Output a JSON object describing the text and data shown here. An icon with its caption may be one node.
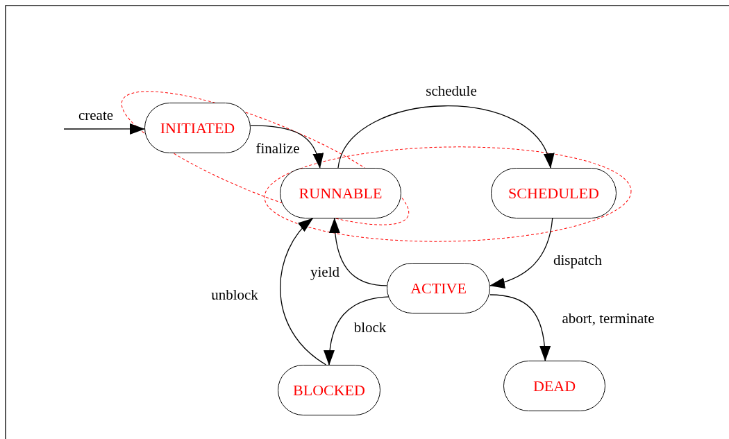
{
  "diagram": {
    "nodes": [
      {
        "text": [
          "INITIATED"
        ]
      },
      {
        "text": [
          "RUNNABLE"
        ]
      },
      {
        "text": [
          "SCHEDULED"
        ]
      },
      {
        "text": [
          "ACTIVE"
        ]
      },
      {
        "text": [
          "BLOCKED"
        ]
      },
      {
        "text": [
          "DEAD"
        ]
      }
    ],
    "edges": [
      {
        "from": null,
        "to": 0,
        "label": "create",
        "arrow": "to"
      },
      {
        "from": 0,
        "to": 1,
        "label": "finalize",
        "arrow": "to"
      },
      {
        "from": 1,
        "to": 2,
        "label": "schedule",
        "arrow": "to"
      },
      {
        "from": 2,
        "to": 3,
        "label": "dispatch",
        "arrow": "to"
      },
      {
        "from": 3,
        "to": 1,
        "label": "yield",
        "arrow": "to"
      },
      {
        "from": 3,
        "to": 4,
        "label": "block",
        "arrow": "to"
      },
      {
        "from": 3,
        "to": 5,
        "label": "abort, terminate",
        "arrow": "to"
      },
      {
        "from": 4,
        "to": 1,
        "label": "unblock",
        "arrow": "to"
      }
    ]
  }
}
